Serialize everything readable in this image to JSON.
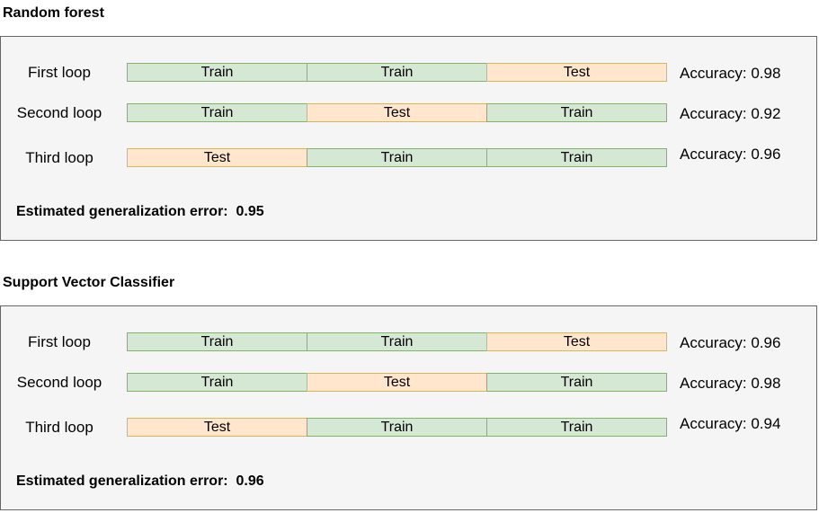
{
  "sections": [
    {
      "title": "Random forest",
      "loops": [
        {
          "label": "First loop",
          "folds": [
            "Train",
            "Train",
            "Test"
          ],
          "accuracy": "Accuracy: 0.98"
        },
        {
          "label": "Second loop",
          "folds": [
            "Train",
            "Test",
            "Train"
          ],
          "accuracy": "Accuracy: 0.92"
        },
        {
          "label": "Third loop",
          "folds": [
            "Test",
            "Train",
            "Train"
          ],
          "accuracy": "Accuracy: 0.96"
        }
      ],
      "estimate_label": "Estimated generalization error:",
      "estimate_value": "0.95"
    },
    {
      "title": "Support Vector Classifier",
      "loops": [
        {
          "label": "First loop",
          "folds": [
            "Train",
            "Train",
            "Test"
          ],
          "accuracy": "Accuracy: 0.96"
        },
        {
          "label": "Second loop",
          "folds": [
            "Train",
            "Test",
            "Train"
          ],
          "accuracy": "Accuracy: 0.98"
        },
        {
          "label": "Third loop",
          "folds": [
            "Test",
            "Train",
            "Train"
          ],
          "accuracy": "Accuracy: 0.94"
        }
      ],
      "estimate_label": "Estimated generalization error:",
      "estimate_value": "0.96"
    }
  ],
  "colors": {
    "train_fill": "#d5e8d4",
    "train_border": "#82b366",
    "test_fill": "#ffe6cc",
    "test_border": "#d6b656",
    "panel_fill": "#f5f5f5",
    "panel_border": "#666666"
  }
}
